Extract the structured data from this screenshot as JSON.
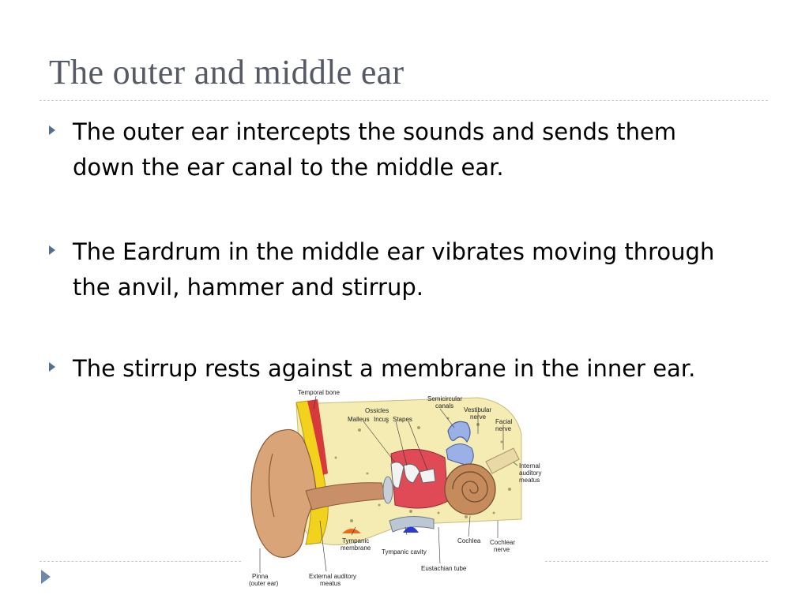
{
  "slide": {
    "title": "The outer and middle ear",
    "bullets": [
      {
        "lines": [
          "The outer ear intercepts the sounds and sends them",
          "down the ear canal to the middle ear."
        ]
      },
      {
        "lines": [
          "The Eardrum in the middle ear vibrates moving through",
          "the anvil, hammer and stirrup."
        ]
      },
      {
        "lines": [
          "The stirrup rests against a membrane in the inner ear."
        ]
      }
    ]
  },
  "diagram": {
    "labels": {
      "temporal_bone": "Temporal bone",
      "ossicles": "Ossicles",
      "malleus": "Malleus",
      "incus": "Incus",
      "stapes": "Stapes",
      "semicircular_1": "Semicircular",
      "semicircular_2": "canals",
      "vestibular_1": "Vestibular",
      "vestibular_2": "nerve",
      "facial_1": "Facial",
      "facial_2": "nerve",
      "internal_1": "Internal",
      "internal_2": "auditory",
      "internal_3": "meatus",
      "cochlea": "Cochlea",
      "cochlear_1": "Cochlear",
      "cochlear_2": "nerve",
      "tympanic_membrane_1": "Tympanic",
      "tympanic_membrane_2": "membrane",
      "tympanic_cavity": "Tympanic cavity",
      "eustachian": "Eustachian tube",
      "pinna_1": "Pinna",
      "pinna_2": "(outer ear)",
      "external_1": "External auditory",
      "external_2": "meatus"
    }
  },
  "colors": {
    "title": "#555a64",
    "bullet_marker": "#55708a",
    "divider": "#bfcad4"
  }
}
